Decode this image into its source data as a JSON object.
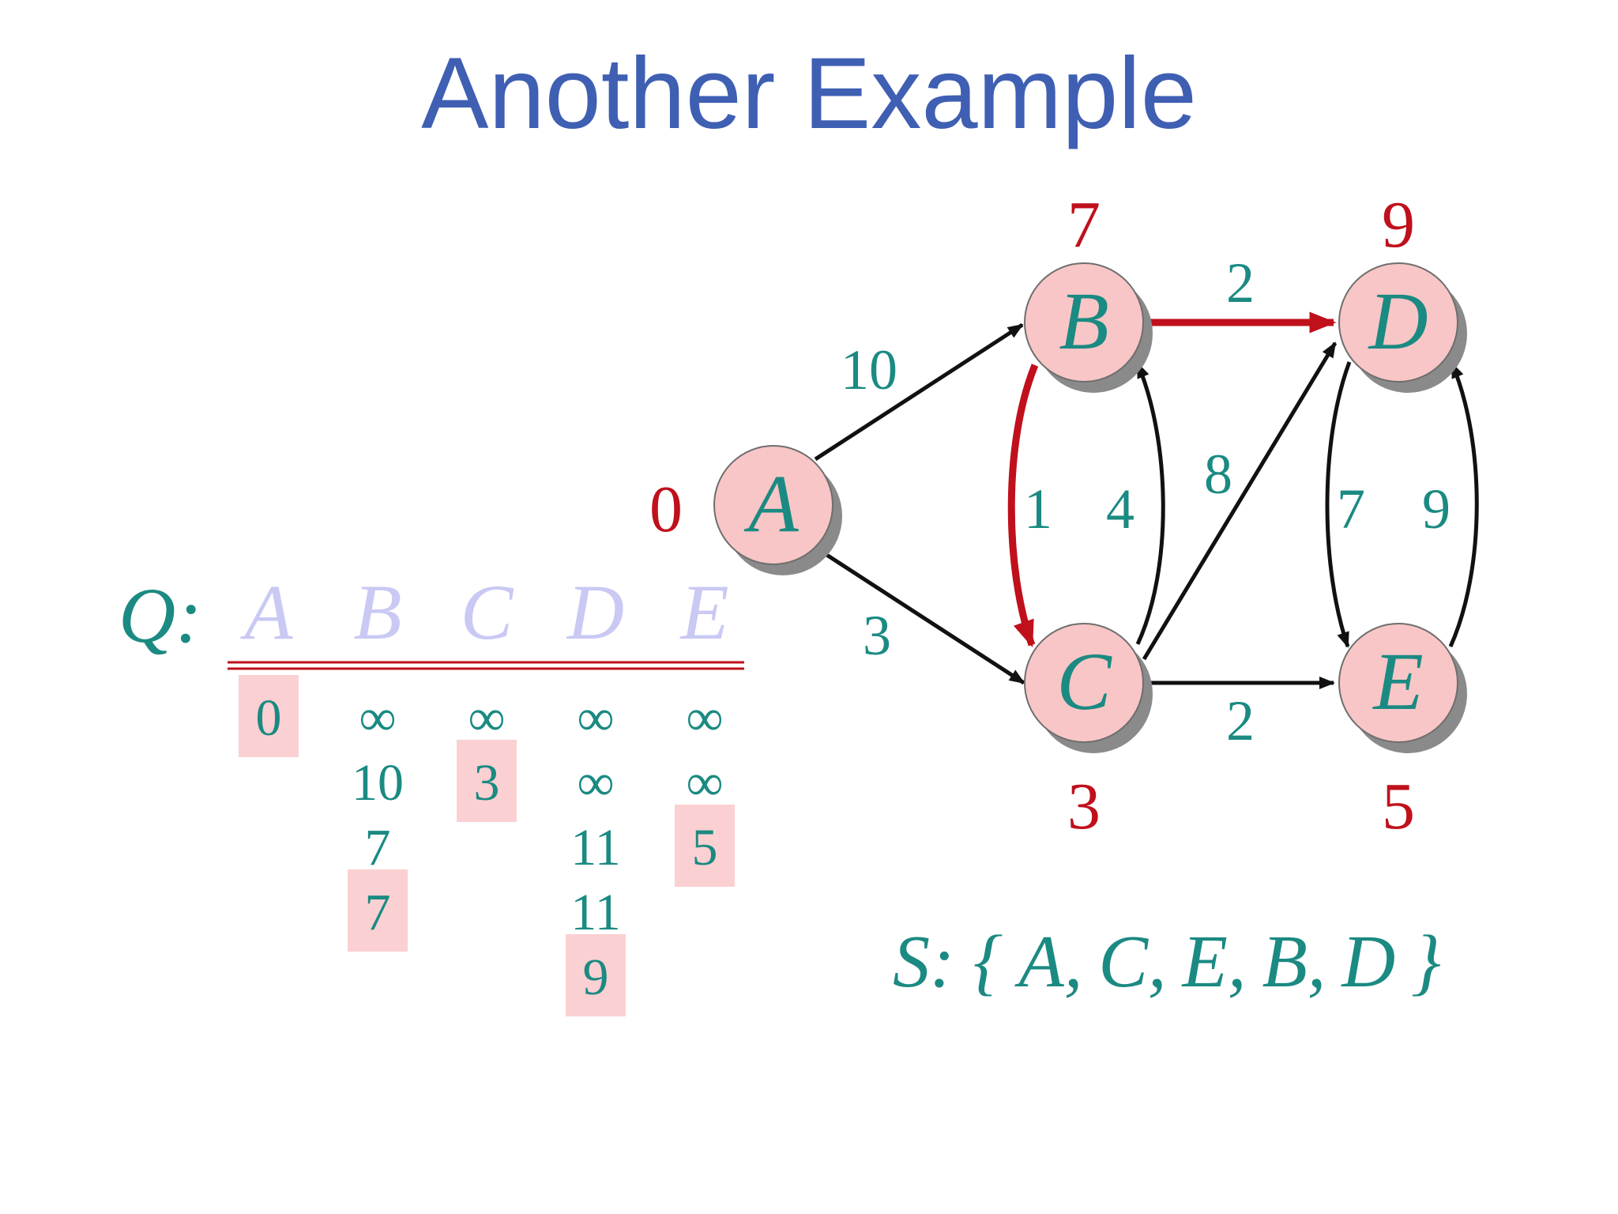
{
  "title": "Another Example",
  "graph": {
    "nodes": [
      {
        "id": "A",
        "label": "A",
        "distance": "0"
      },
      {
        "id": "B",
        "label": "B",
        "distance": "7"
      },
      {
        "id": "C",
        "label": "C",
        "distance": "3"
      },
      {
        "id": "D",
        "label": "D",
        "distance": "9"
      },
      {
        "id": "E",
        "label": "E",
        "distance": "5"
      }
    ],
    "edges": [
      {
        "from": "A",
        "to": "B",
        "weight": "10",
        "in_tree": false
      },
      {
        "from": "A",
        "to": "C",
        "weight": "3",
        "in_tree": false
      },
      {
        "from": "B",
        "to": "D",
        "weight": "2",
        "in_tree": true
      },
      {
        "from": "B",
        "to": "C",
        "weight": "1",
        "in_tree": true
      },
      {
        "from": "C",
        "to": "B",
        "weight": "4",
        "in_tree": false
      },
      {
        "from": "C",
        "to": "D",
        "weight": "8",
        "in_tree": false
      },
      {
        "from": "C",
        "to": "E",
        "weight": "2",
        "in_tree": false
      },
      {
        "from": "D",
        "to": "E",
        "weight": "7",
        "in_tree": false
      },
      {
        "from": "E",
        "to": "D",
        "weight": "9",
        "in_tree": false
      }
    ],
    "colors": {
      "tree_edge": "#c0101c",
      "edge": "#111111",
      "node_fill": "#f8c6c6",
      "text": "#1b8a82",
      "distance": "#c0101c"
    }
  },
  "queue": {
    "label": "Q:",
    "headers": [
      "A",
      "B",
      "C",
      "D",
      "E"
    ],
    "columns": [
      {
        "values": [
          "0"
        ],
        "highlight": 0
      },
      {
        "values": [
          "∞",
          "10",
          "7",
          "7"
        ],
        "highlight": 3
      },
      {
        "values": [
          "∞",
          "3"
        ],
        "highlight": 1
      },
      {
        "values": [
          "∞",
          "∞",
          "11",
          "11",
          "9"
        ],
        "highlight": 4
      },
      {
        "values": [
          "∞",
          "∞",
          "5"
        ],
        "highlight": 2
      }
    ]
  },
  "settled": {
    "prefix": "S: {",
    "items": [
      "A,",
      "C,",
      "E,",
      "B,",
      "D"
    ],
    "suffix": "}"
  }
}
